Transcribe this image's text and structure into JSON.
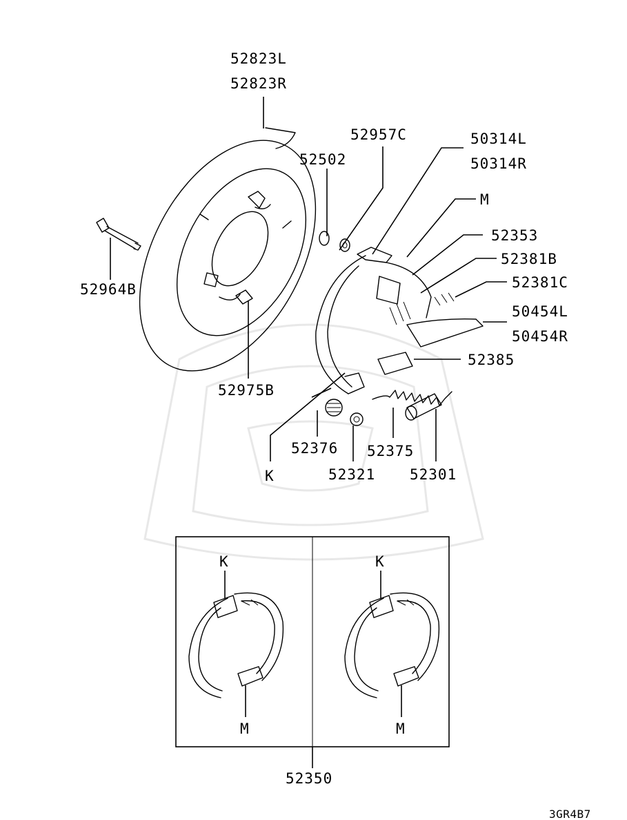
{
  "labels": {
    "p52823L": "52823L",
    "p52823R": "52823R",
    "p52957C": "52957C",
    "p50314L": "50314L",
    "p50314R": "50314R",
    "p52502": "52502",
    "pM_top": "M",
    "p52353": "52353",
    "p52381B": "52381B",
    "p52381C": "52381C",
    "p52964B": "52964B",
    "p50454L": "50454L",
    "p50454R": "50454R",
    "p52385": "52385",
    "p52975B": "52975B",
    "p52376": "52376",
    "p52375": "52375",
    "pK_top": "K",
    "p52321": "52321",
    "p52301": "52301",
    "pK_left": "K",
    "pK_right": "K",
    "pM_left": "M",
    "pM_right": "M",
    "p52350": "52350",
    "code": "3GR4B7"
  }
}
